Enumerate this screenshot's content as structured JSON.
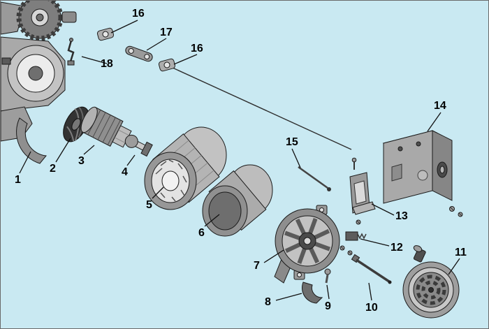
{
  "diagram": {
    "type": "exploded-parts-diagram",
    "background_color": "#c9e9f2",
    "line_color": "#1b1b1b",
    "callouts": [
      {
        "label": "16"
      },
      {
        "label": "17"
      },
      {
        "label": "16"
      },
      {
        "label": "18"
      },
      {
        "label": "14"
      },
      {
        "label": "15"
      },
      {
        "label": "1"
      },
      {
        "label": "2"
      },
      {
        "label": "3"
      },
      {
        "label": "4"
      },
      {
        "label": "5"
      },
      {
        "label": "6"
      },
      {
        "label": "13"
      },
      {
        "label": "12"
      },
      {
        "label": "7"
      },
      {
        "label": "11"
      },
      {
        "label": "8"
      },
      {
        "label": "9"
      },
      {
        "label": "10"
      }
    ]
  }
}
